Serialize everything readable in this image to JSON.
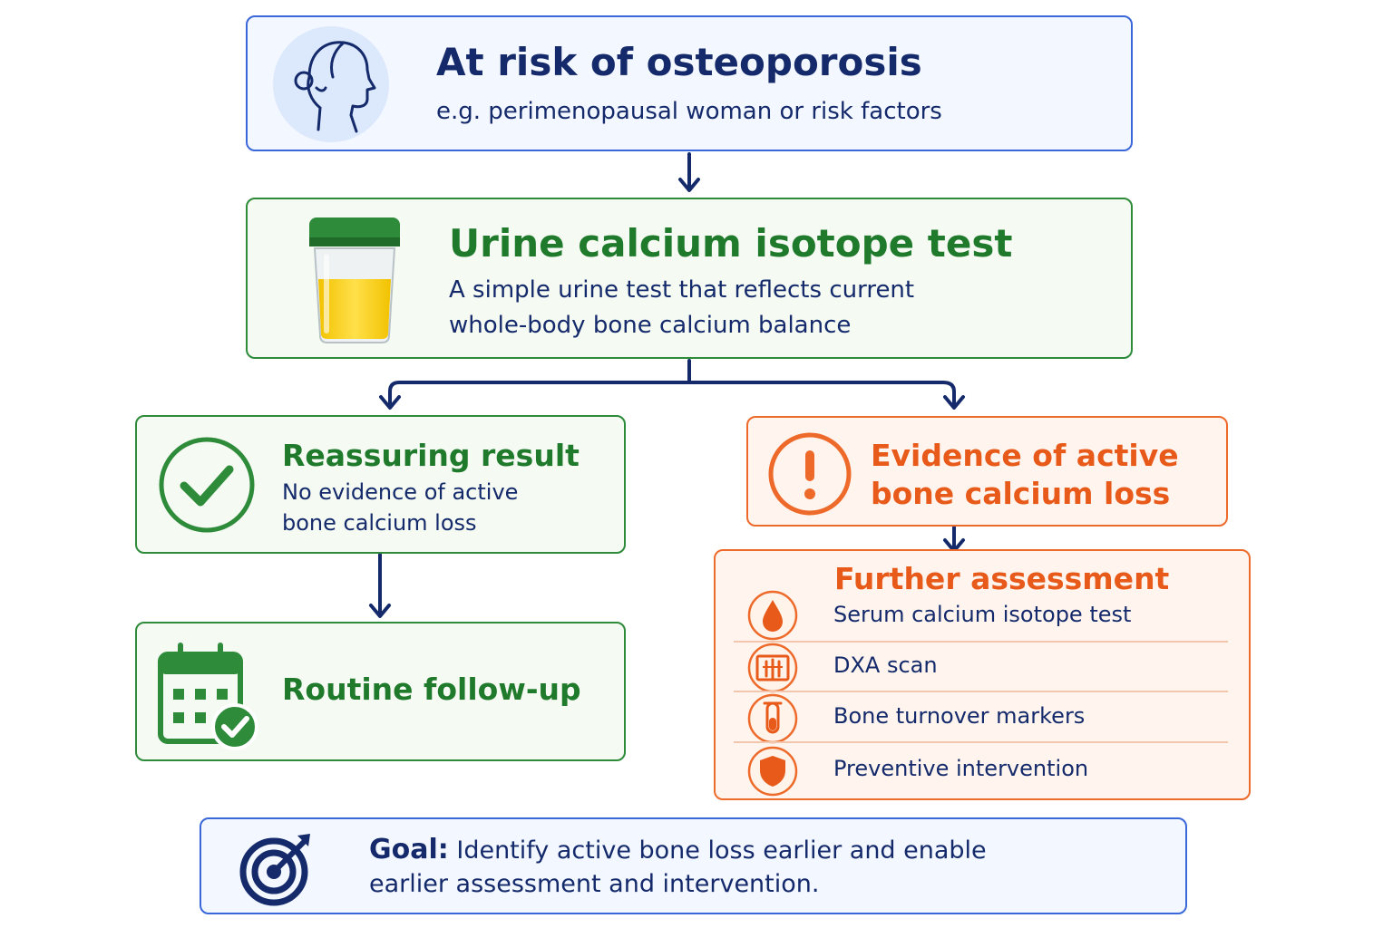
{
  "risk": {
    "title": "At risk of osteoporosis",
    "subtitle": "e.g. perimenopausal woman or risk factors"
  },
  "test": {
    "title": "Urine calcium isotope test",
    "line1": "A simple urine test that reflects current",
    "line2": "whole-body bone calcium balance"
  },
  "reassuring": {
    "title": "Reassuring result",
    "line1": "No evidence of active",
    "line2": "bone calcium loss"
  },
  "evidence": {
    "line1": "Evidence of active",
    "line2": "bone calcium loss"
  },
  "followup": {
    "title": "Routine follow-up"
  },
  "further": {
    "title": "Further assessment",
    "items": [
      {
        "label": "Serum calcium isotope test",
        "icon": "blood-drop-icon"
      },
      {
        "label": "DXA scan",
        "icon": "dxa-scan-icon"
      },
      {
        "label": "Bone turnover markers",
        "icon": "test-tube-icon"
      },
      {
        "label": "Preventive intervention",
        "icon": "shield-icon"
      }
    ]
  },
  "goal": {
    "label": "Goal:",
    "line1": "Identify active bone loss earlier and enable",
    "line2": "earlier assessment and intervention."
  },
  "colors": {
    "navy": "#142a6b",
    "blue": "#3b68d8",
    "green": "#2e8b3a",
    "orange": "#ee6a2a"
  }
}
